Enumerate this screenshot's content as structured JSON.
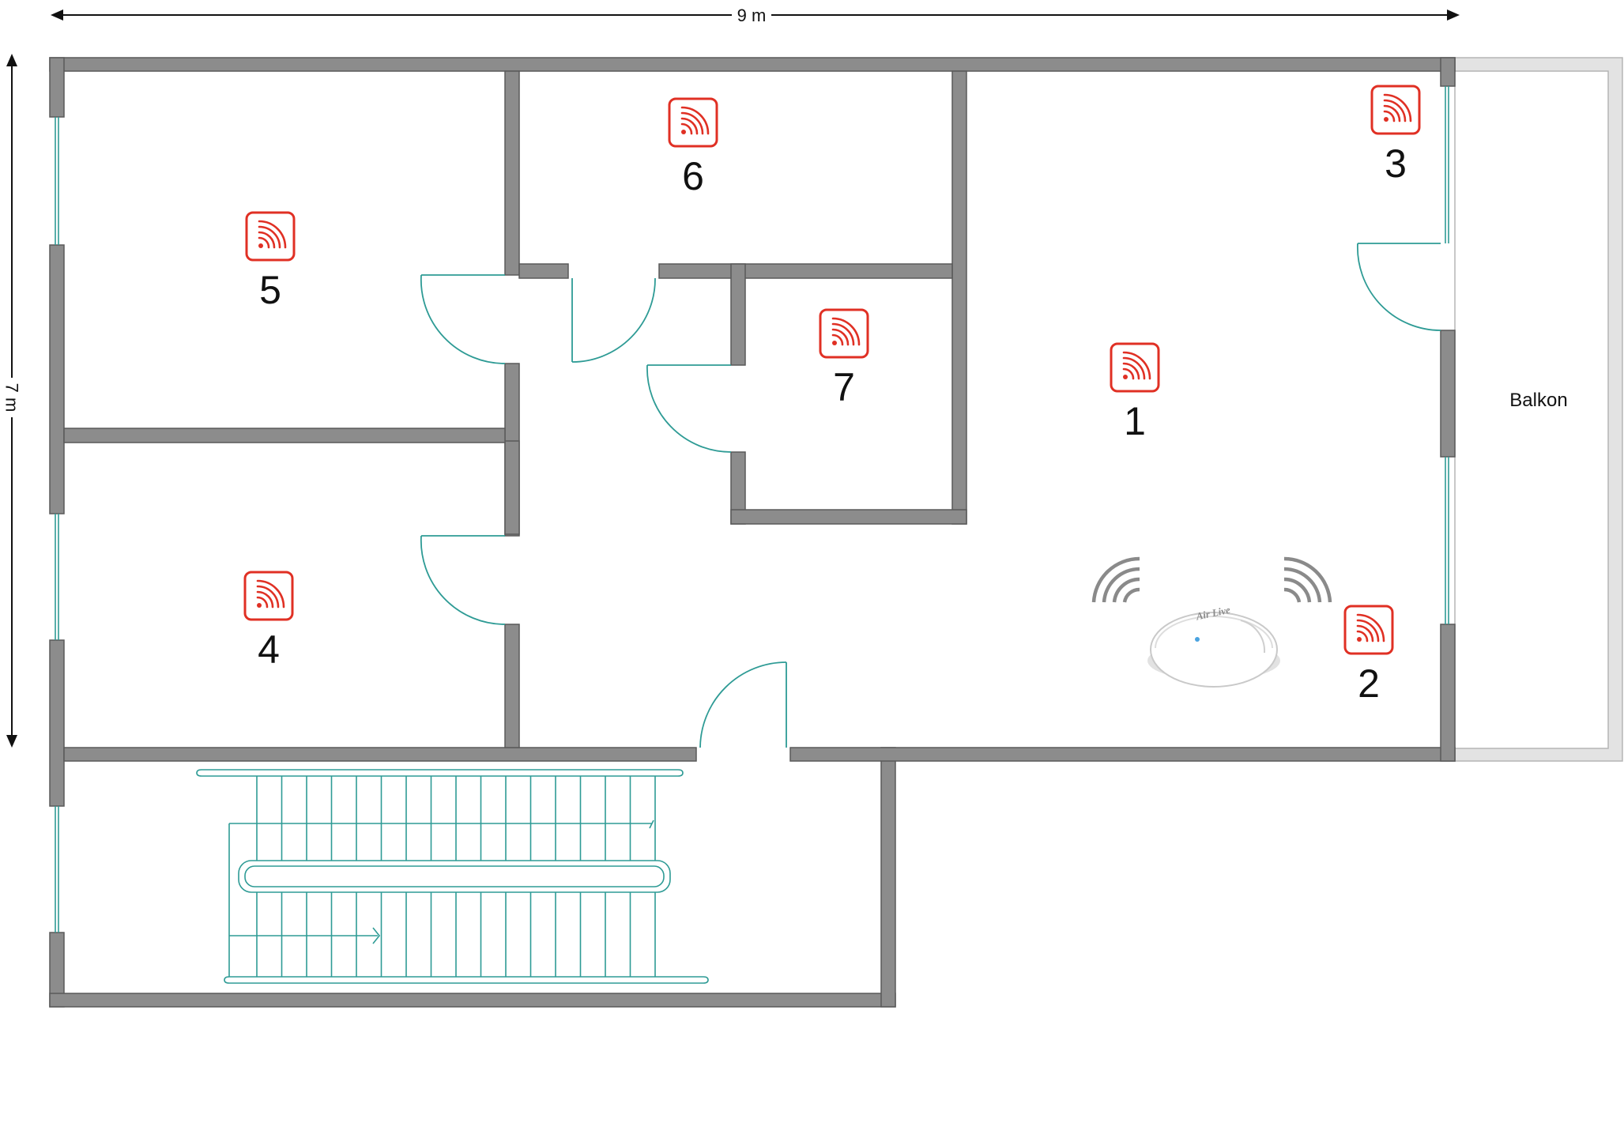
{
  "dimensions": {
    "width_label": "9 m",
    "height_label": "7 m"
  },
  "rooms": {
    "balcony_label": "Balkon"
  },
  "measurement_points": [
    {
      "label": "1",
      "icon": "wifi-signal-icon"
    },
    {
      "label": "2",
      "icon": "wifi-signal-icon"
    },
    {
      "label": "3",
      "icon": "wifi-signal-icon"
    },
    {
      "label": "4",
      "icon": "wifi-signal-icon"
    },
    {
      "label": "5",
      "icon": "wifi-signal-icon"
    },
    {
      "label": "6",
      "icon": "wifi-signal-icon"
    },
    {
      "label": "7",
      "icon": "wifi-signal-icon"
    }
  ],
  "access_point": {
    "brand": "Air Live",
    "icon": "access-point-icon"
  },
  "colors": {
    "wall": "#8c8c8c",
    "wall_border": "#5a5a5a",
    "door": "#2e9b95",
    "signal_icon": "#e03024",
    "waves": "#8a8a8a"
  }
}
